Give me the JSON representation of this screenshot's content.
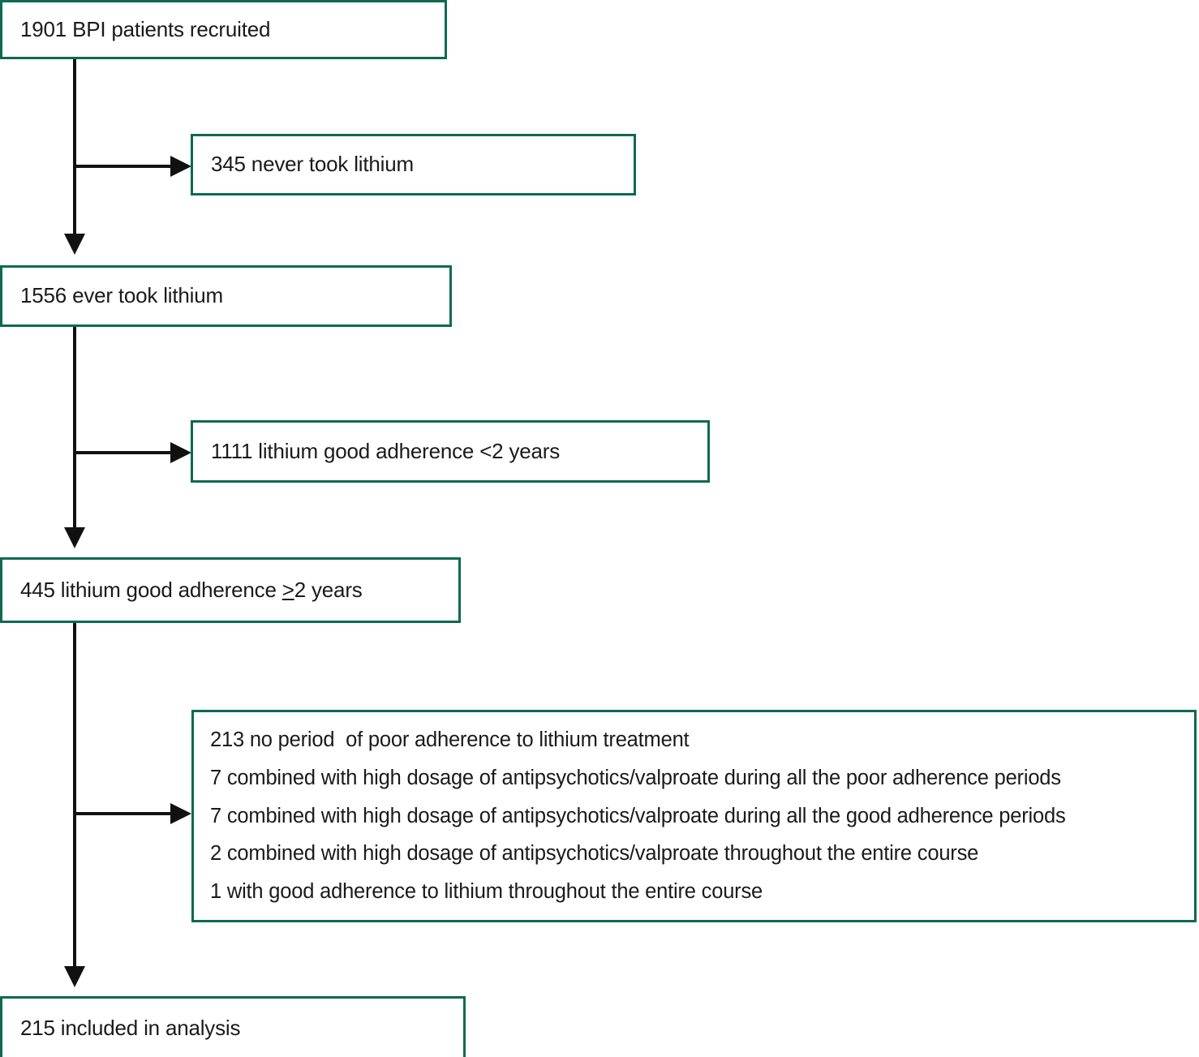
{
  "diagram": {
    "type": "flowchart",
    "title": "Patient selection flow diagram",
    "accent_border_color": "#0d6a52",
    "connector_color": "#111111",
    "background_color": "#ffffff",
    "nodes": {
      "recruited": {
        "label": "1901 BPI patients recruited",
        "count": 1901
      },
      "never_lithium": {
        "label": "345 never took lithium",
        "count": 345
      },
      "ever_lithium": {
        "label": "1556 ever took lithium",
        "count": 1556
      },
      "adherence_lt2": {
        "label": "1111 lithium good adherence <2 years",
        "count": 1111
      },
      "adherence_ge2_prefix": "445 lithium good adherence ",
      "adherence_ge2_symbol": ">",
      "adherence_ge2_suffix": "2 years",
      "adherence_ge2_full": "445 lithium good adherence ≥2 years",
      "excluded_lines": [
        {
          "label": "213 no period  of poor adherence to lithium treatment",
          "count": 213
        },
        {
          "label": "7 combined with high dosage of antipsychotics/valproate during all the poor adherence periods",
          "count": 7
        },
        {
          "label": "7 combined with high dosage of antipsychotics/valproate during all the good adherence periods",
          "count": 7
        },
        {
          "label": "2 combined with high dosage of antipsychotics/valproate throughout the entire course",
          "count": 2
        },
        {
          "label": "1 with good adherence to lithium throughout the entire course",
          "count": 1
        }
      ],
      "included": {
        "label": "215 included in analysis",
        "count": 215
      }
    }
  }
}
